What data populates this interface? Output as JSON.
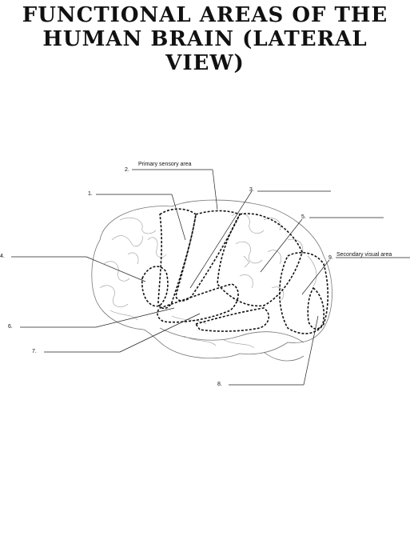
{
  "title": {
    "line1": "FUNCTIONAL AREAS OF THE",
    "line2": "HUMAN BRAIN (LATERAL VIEW)"
  },
  "labels": [
    {
      "number": "1.",
      "text": ""
    },
    {
      "number": "2.",
      "text": "Primary sensory area"
    },
    {
      "number": "3.",
      "text": ""
    },
    {
      "number": "4.",
      "text": ""
    },
    {
      "number": "5.",
      "text": ""
    },
    {
      "number": "6.",
      "text": ""
    },
    {
      "number": "7.",
      "text": ""
    },
    {
      "number": "8.",
      "text": ""
    },
    {
      "number": "9.",
      "text": "Secondary visual area"
    }
  ]
}
